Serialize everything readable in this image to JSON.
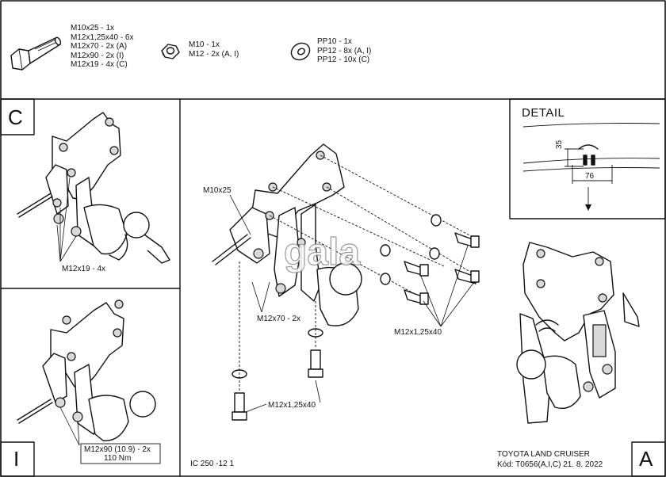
{
  "parts": {
    "bolts": [
      "M10x25 - 1x",
      "M12x1,25x40 - 6x",
      "M12x70 - 2x (A)",
      "M12x90 - 2x (I)",
      "M12x19 - 4x (C)"
    ],
    "nuts": [
      "M10 - 1x",
      "M12 - 2x (A, I)"
    ],
    "washers": [
      "PP10 - 1x",
      "PP12 - 8x (A, I)",
      "PP12 - 10x (C)"
    ]
  },
  "variants": {
    "c": "C",
    "i": "I",
    "a": "A"
  },
  "detail": {
    "title": "DETAIL",
    "dim_vertical": "35",
    "dim_horizontal": "76"
  },
  "callouts": {
    "c_bolts": "M12x19 - 4x",
    "i_bolts_line1": "M12x90 (10.9) - 2x",
    "i_bolts_line2": "110 Nm",
    "a_m10": "M10x25",
    "a_m12x70": "M12x70 - 2x",
    "a_m12x125_right": "M12x1,25x40",
    "a_m12x125_bottom": "M12x1,25x40"
  },
  "watermark": "gala",
  "footer": {
    "code": "IC 250 -12 1",
    "vehicle": "TOYOTA LAND CRUISER",
    "kod": "Kód: T0656(A,I,C)  21. 8. 2022"
  }
}
